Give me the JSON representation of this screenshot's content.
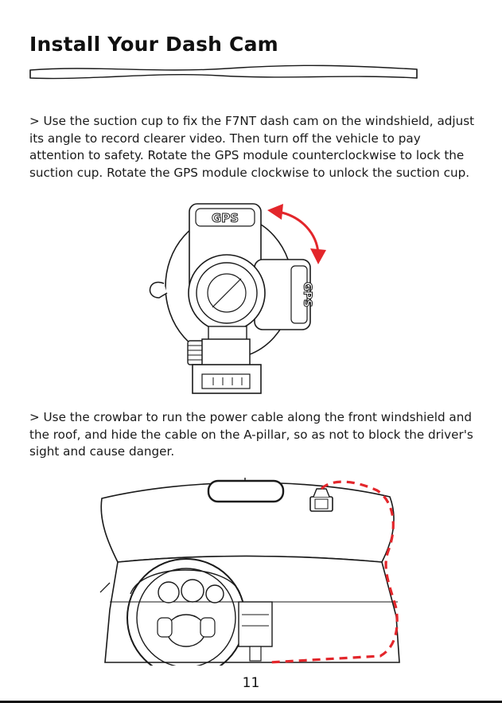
{
  "page": {
    "title": "Install Your Dash Cam",
    "paragraph_1": "> Use the suction cup to fix the F7NT dash cam on the windshield, adjust its angle to record clearer video. Then turn off the vehicle to pay attention to safety. Rotate the GPS module counterclockwise to lock the suction cup. Rotate the GPS module clockwise to unlock the suction cup.",
    "paragraph_2": "> Use the crowbar to run the power cable along the front windshield and the roof, and hide the cable on the A-pillar, so as not to block the driver's sight and cause danger.",
    "gps_label_top": "GPS",
    "gps_label_side": "GPS",
    "page_number": "11"
  },
  "colors": {
    "accent_red": "#e3262b",
    "line": "#1a1a1a"
  }
}
